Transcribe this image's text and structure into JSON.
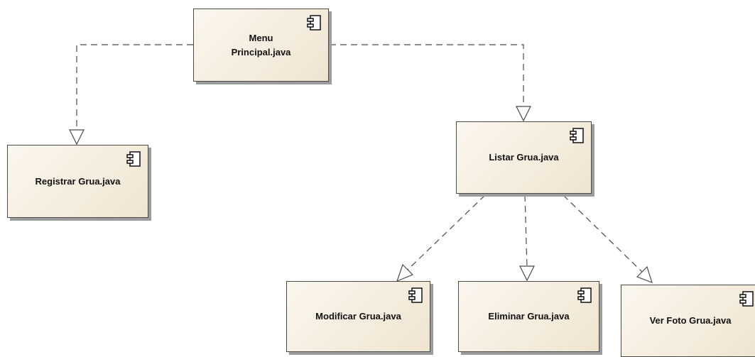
{
  "components": [
    {
      "id": "menu",
      "label": "Menu\nPrincipal.java"
    },
    {
      "id": "registrar",
      "label": "Registrar Grua.java"
    },
    {
      "id": "listar",
      "label": "Listar Grua.java"
    },
    {
      "id": "modificar",
      "label": "Modificar Grua.java"
    },
    {
      "id": "eliminar",
      "label": "Eliminar Grua.java"
    },
    {
      "id": "verfoto",
      "label": "Ver Foto Grua.java"
    }
  ],
  "dependencies": [
    {
      "from": "menu",
      "to": "registrar"
    },
    {
      "from": "menu",
      "to": "listar"
    },
    {
      "from": "listar",
      "to": "modificar"
    },
    {
      "from": "listar",
      "to": "eliminar"
    },
    {
      "from": "listar",
      "to": "verfoto"
    }
  ],
  "icon": "component-icon",
  "colors": {
    "fill": "#f3ebdc",
    "border": "#4a4a4a",
    "line": "#4a4a4a"
  }
}
